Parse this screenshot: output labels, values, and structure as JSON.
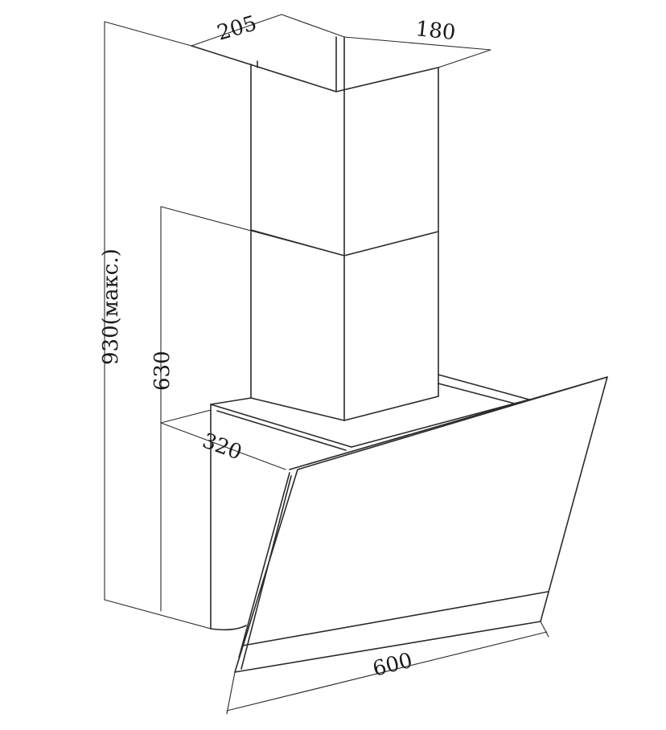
{
  "drawing": {
    "dimensions": {
      "chimney_depth": "205",
      "chimney_width": "180",
      "total_height": "930(макс.)",
      "body_height": "630",
      "body_depth": "320",
      "width": "600"
    }
  }
}
